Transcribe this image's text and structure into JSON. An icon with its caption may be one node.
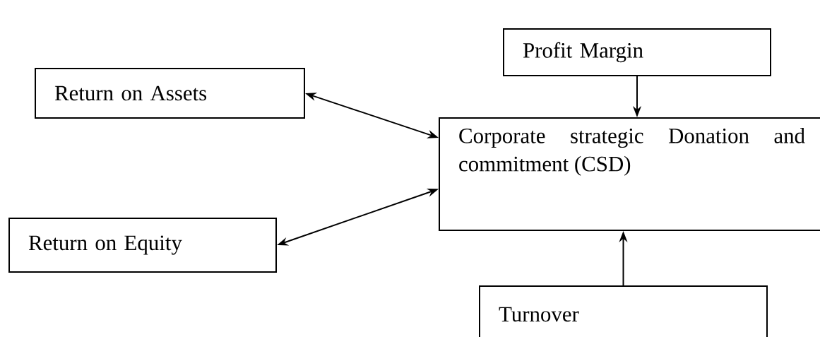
{
  "diagram": {
    "nodes": [
      {
        "text": [
          "Profit Margin"
        ]
      },
      {
        "text": [
          "Return on Assets"
        ]
      },
      {
        "text": [
          "Corporate strategic Donation and commitment (CSD)"
        ]
      },
      {
        "text": [
          "Return on Equity"
        ]
      },
      {
        "text": [
          "Turnover"
        ]
      }
    ],
    "edges": [
      {
        "from": 0,
        "to": 2,
        "arrow": "to"
      },
      {
        "from": 1,
        "to": 2,
        "arrow": "both"
      },
      {
        "from": 3,
        "to": 2,
        "arrow": "both"
      },
      {
        "from": 4,
        "to": 2,
        "arrow": "to"
      }
    ]
  }
}
